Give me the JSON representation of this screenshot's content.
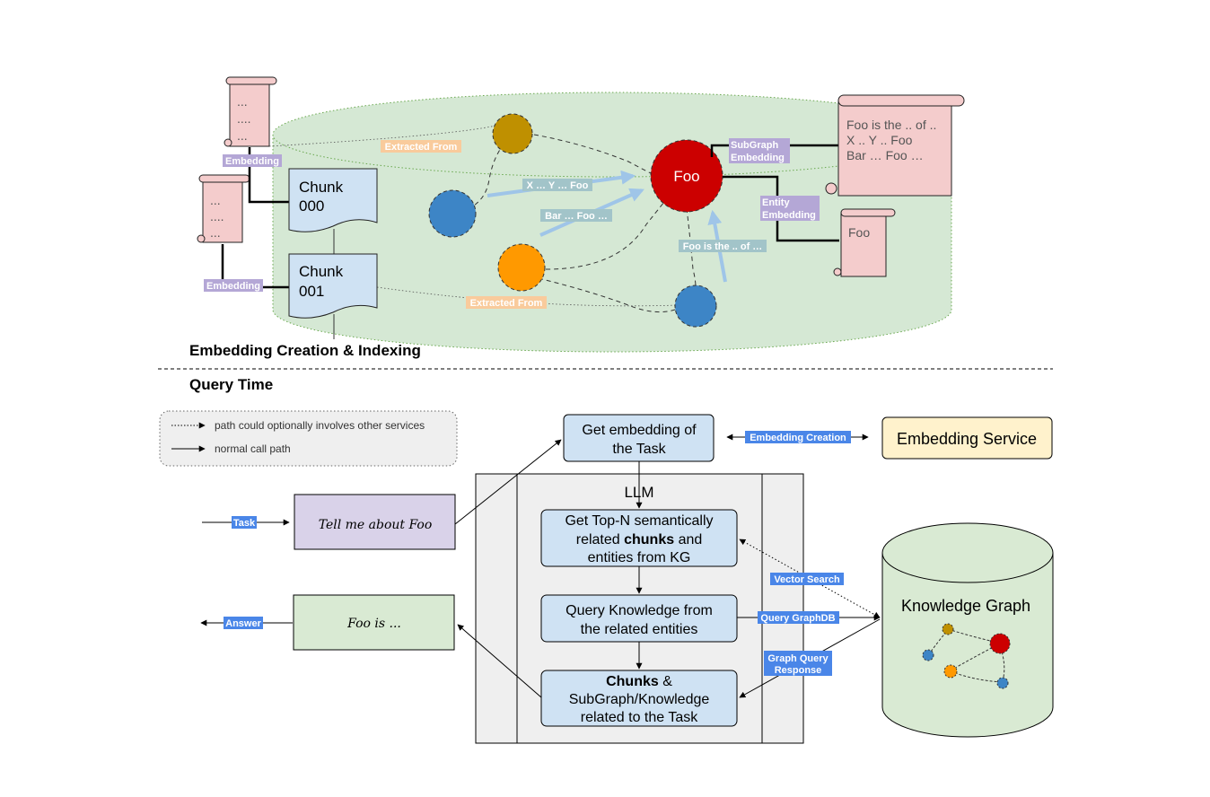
{
  "sections": {
    "indexing_title": "Embedding Creation & Indexing",
    "query_title": "Query Time"
  },
  "indexing": {
    "scroll_top_left": [
      "...",
      "....",
      "..."
    ],
    "scroll_mid_left": [
      "...",
      "....",
      "..."
    ],
    "chunk_000": [
      "Chunk",
      "000"
    ],
    "chunk_001": [
      "Chunk",
      "001"
    ],
    "node_foo": "Foo",
    "labels": {
      "embedding_top": "Embedding",
      "embedding_bottom": "Embedding",
      "extracted_from_top": "Extracted From",
      "extracted_from_bottom": "Extracted From",
      "x_y_foo": "X … Y … Foo",
      "bar_foo": "Bar … Foo …",
      "foo_is_of": "Foo is the .. of …",
      "subgraph_embedding": [
        "SubGraph",
        "Embedding"
      ],
      "entity_embedding": [
        "Entity",
        "Embedding"
      ]
    },
    "subgraph_doc": [
      "Foo is the .. of ..",
      "X .. Y .. Foo",
      "Bar … Foo …"
    ],
    "entity_doc": "Foo"
  },
  "query": {
    "legend": {
      "dotted": "path could optionally involves other services",
      "solid": "normal call path"
    },
    "task_label": "Task",
    "task_box": "Tell me about Foo",
    "answer_label": "Answer",
    "answer_box": "Foo is ...",
    "get_embedding": [
      "Get embedding of",
      "the Task"
    ],
    "embedding_creation": "Embedding Creation",
    "embedding_service": "Embedding Service",
    "llm": "LLM",
    "top_n": {
      "line1": "Get Top-N semantically",
      "line2_pre": "related ",
      "line2_bold": "chunks",
      "line2_post": " and",
      "line3": "entities from KG"
    },
    "query_knowledge": [
      "Query Knowledge from",
      "the related entities"
    ],
    "chunks_result": {
      "bold": "Chunks",
      "line1_post": " &",
      "line2": "SubGraph/Knowledge",
      "line3": "related to the Task"
    },
    "vector_search": "Vector Search",
    "query_graphdb": "Query GraphDB",
    "graph_query_response": [
      "Graph Query",
      "Response"
    ],
    "knowledge_graph": "Knowledge Graph"
  },
  "colors": {
    "green_fill": "#d5e8d4",
    "blue_fill": "#dae8fc",
    "pink_fill": "#f4cccc",
    "purple_fill": "#e1d5e7",
    "yellow_fill": "#fff2cc",
    "node_red": "#cc0000",
    "node_blue": "#3d85c6",
    "node_orange": "#ff9900",
    "node_gold": "#bf9000",
    "label_purple": "#b4a7d6",
    "label_orange": "#f9cb9c",
    "label_teal": "#a2c4c9",
    "label_blue": "#4a86e8"
  }
}
